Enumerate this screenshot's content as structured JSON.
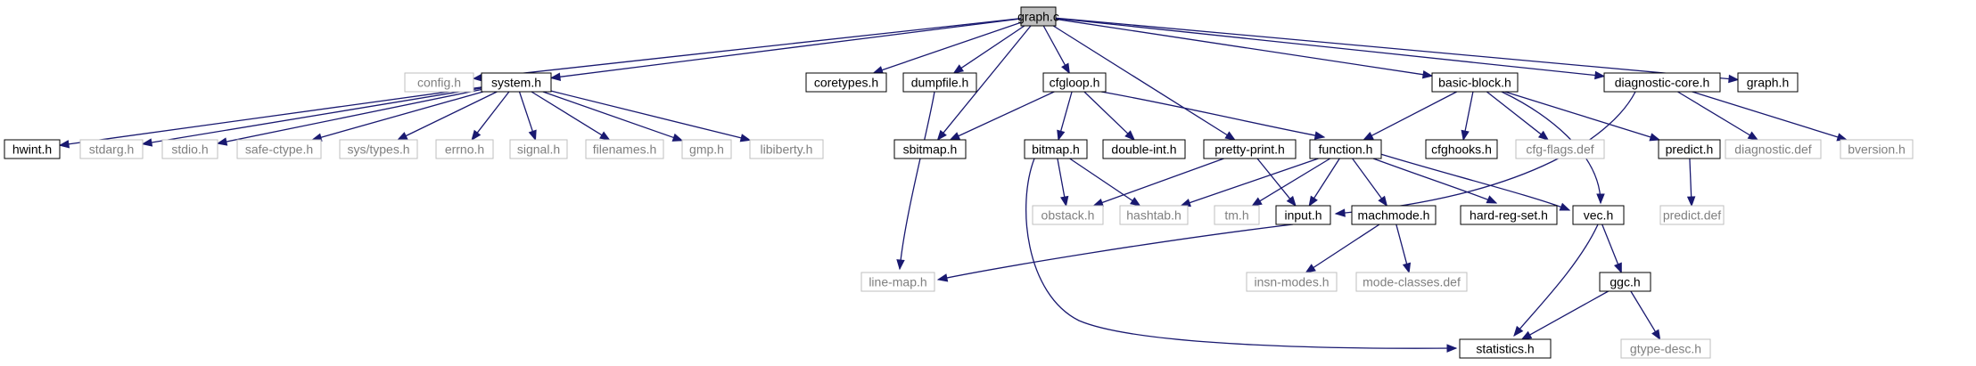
{
  "graph": {
    "nodes": [
      {
        "id": "graph_c",
        "label": "graph.c",
        "style": "root"
      },
      {
        "id": "config_h",
        "label": "config.h",
        "style": "ext"
      },
      {
        "id": "system_h",
        "label": "system.h",
        "style": "doc"
      },
      {
        "id": "coretypes_h",
        "label": "coretypes.h",
        "style": "doc"
      },
      {
        "id": "dumpfile_h",
        "label": "dumpfile.h",
        "style": "doc"
      },
      {
        "id": "cfgloop_h",
        "label": "cfgloop.h",
        "style": "doc"
      },
      {
        "id": "basic_block_h",
        "label": "basic-block.h",
        "style": "doc"
      },
      {
        "id": "diagnostic_core_h",
        "label": "diagnostic-core.h",
        "style": "doc"
      },
      {
        "id": "graph_h",
        "label": "graph.h",
        "style": "doc"
      },
      {
        "id": "hwint_h",
        "label": "hwint.h",
        "style": "doc"
      },
      {
        "id": "stdarg_h",
        "label": "stdarg.h",
        "style": "ext"
      },
      {
        "id": "stdio_h",
        "label": "stdio.h",
        "style": "ext"
      },
      {
        "id": "safe_ctype_h",
        "label": "safe-ctype.h",
        "style": "ext"
      },
      {
        "id": "sys_types_h",
        "label": "sys/types.h",
        "style": "ext"
      },
      {
        "id": "errno_h",
        "label": "errno.h",
        "style": "ext"
      },
      {
        "id": "signal_h",
        "label": "signal.h",
        "style": "ext"
      },
      {
        "id": "filenames_h",
        "label": "filenames.h",
        "style": "ext"
      },
      {
        "id": "gmp_h",
        "label": "gmp.h",
        "style": "ext"
      },
      {
        "id": "libiberty_h",
        "label": "libiberty.h",
        "style": "ext"
      },
      {
        "id": "sbitmap_h",
        "label": "sbitmap.h",
        "style": "doc"
      },
      {
        "id": "bitmap_h",
        "label": "bitmap.h",
        "style": "doc"
      },
      {
        "id": "double_int_h",
        "label": "double-int.h",
        "style": "doc"
      },
      {
        "id": "pretty_print_h",
        "label": "pretty-print.h",
        "style": "doc"
      },
      {
        "id": "function_h",
        "label": "function.h",
        "style": "doc"
      },
      {
        "id": "cfghooks_h",
        "label": "cfghooks.h",
        "style": "doc"
      },
      {
        "id": "cfg_flags_def",
        "label": "cfg-flags.def",
        "style": "ext"
      },
      {
        "id": "predict_h",
        "label": "predict.h",
        "style": "doc"
      },
      {
        "id": "diagnostic_def",
        "label": "diagnostic.def",
        "style": "ext"
      },
      {
        "id": "bversion_h",
        "label": "bversion.h",
        "style": "ext"
      },
      {
        "id": "obstack_h",
        "label": "obstack.h",
        "style": "ext"
      },
      {
        "id": "hashtab_h",
        "label": "hashtab.h",
        "style": "ext"
      },
      {
        "id": "tm_h",
        "label": "tm.h",
        "style": "ext"
      },
      {
        "id": "input_h",
        "label": "input.h",
        "style": "doc"
      },
      {
        "id": "machmode_h",
        "label": "machmode.h",
        "style": "doc"
      },
      {
        "id": "hard_reg_set_h",
        "label": "hard-reg-set.h",
        "style": "doc"
      },
      {
        "id": "vec_h",
        "label": "vec.h",
        "style": "doc"
      },
      {
        "id": "predict_def",
        "label": "predict.def",
        "style": "ext"
      },
      {
        "id": "line_map_h",
        "label": "line-map.h",
        "style": "ext"
      },
      {
        "id": "insn_modes_h",
        "label": "insn-modes.h",
        "style": "ext"
      },
      {
        "id": "mode_classes_def",
        "label": "mode-classes.def",
        "style": "ext"
      },
      {
        "id": "ggc_h",
        "label": "ggc.h",
        "style": "doc"
      },
      {
        "id": "statistics_h",
        "label": "statistics.h",
        "style": "doc"
      },
      {
        "id": "gtype_desc_h",
        "label": "gtype-desc.h",
        "style": "ext"
      }
    ],
    "edges": [
      [
        "graph_c",
        "config_h"
      ],
      [
        "graph_c",
        "system_h"
      ],
      [
        "graph_c",
        "coretypes_h"
      ],
      [
        "graph_c",
        "dumpfile_h"
      ],
      [
        "graph_c",
        "sbitmap_h"
      ],
      [
        "graph_c",
        "cfgloop_h"
      ],
      [
        "graph_c",
        "pretty_print_h"
      ],
      [
        "graph_c",
        "basic_block_h"
      ],
      [
        "graph_c",
        "diagnostic_core_h"
      ],
      [
        "graph_c",
        "graph_h"
      ],
      [
        "system_h",
        "hwint_h"
      ],
      [
        "system_h",
        "stdarg_h"
      ],
      [
        "system_h",
        "stdio_h"
      ],
      [
        "system_h",
        "safe_ctype_h"
      ],
      [
        "system_h",
        "sys_types_h"
      ],
      [
        "system_h",
        "errno_h"
      ],
      [
        "system_h",
        "signal_h"
      ],
      [
        "system_h",
        "filenames_h"
      ],
      [
        "system_h",
        "gmp_h"
      ],
      [
        "system_h",
        "libiberty_h"
      ],
      [
        "dumpfile_h",
        "line_map_h"
      ],
      [
        "cfgloop_h",
        "sbitmap_h"
      ],
      [
        "cfgloop_h",
        "bitmap_h"
      ],
      [
        "cfgloop_h",
        "double_int_h"
      ],
      [
        "cfgloop_h",
        "function_h"
      ],
      [
        "basic_block_h",
        "function_h"
      ],
      [
        "basic_block_h",
        "cfghooks_h"
      ],
      [
        "basic_block_h",
        "cfg_flags_def"
      ],
      [
        "basic_block_h",
        "predict_h"
      ],
      [
        "basic_block_h",
        "vec_h"
      ],
      [
        "diagnostic_core_h",
        "input_h"
      ],
      [
        "diagnostic_core_h",
        "diagnostic_def"
      ],
      [
        "diagnostic_core_h",
        "bversion_h"
      ],
      [
        "bitmap_h",
        "obstack_h"
      ],
      [
        "bitmap_h",
        "hashtab_h"
      ],
      [
        "bitmap_h",
        "statistics_h"
      ],
      [
        "pretty_print_h",
        "obstack_h"
      ],
      [
        "pretty_print_h",
        "input_h"
      ],
      [
        "function_h",
        "hashtab_h"
      ],
      [
        "function_h",
        "tm_h"
      ],
      [
        "function_h",
        "input_h"
      ],
      [
        "function_h",
        "machmode_h"
      ],
      [
        "function_h",
        "hard_reg_set_h"
      ],
      [
        "function_h",
        "vec_h"
      ],
      [
        "predict_h",
        "predict_def"
      ],
      [
        "input_h",
        "line_map_h"
      ],
      [
        "machmode_h",
        "insn_modes_h"
      ],
      [
        "machmode_h",
        "mode_classes_def"
      ],
      [
        "vec_h",
        "statistics_h"
      ],
      [
        "vec_h",
        "ggc_h"
      ],
      [
        "ggc_h",
        "statistics_h"
      ],
      [
        "ggc_h",
        "gtype_desc_h"
      ]
    ]
  },
  "colors": {
    "edge": "#191970",
    "root_fill": "#bfbfbf",
    "doc_border": "#000000",
    "ext_border": "#bfbfbf",
    "ext_text": "#7f7f7f",
    "text": "#000000"
  }
}
